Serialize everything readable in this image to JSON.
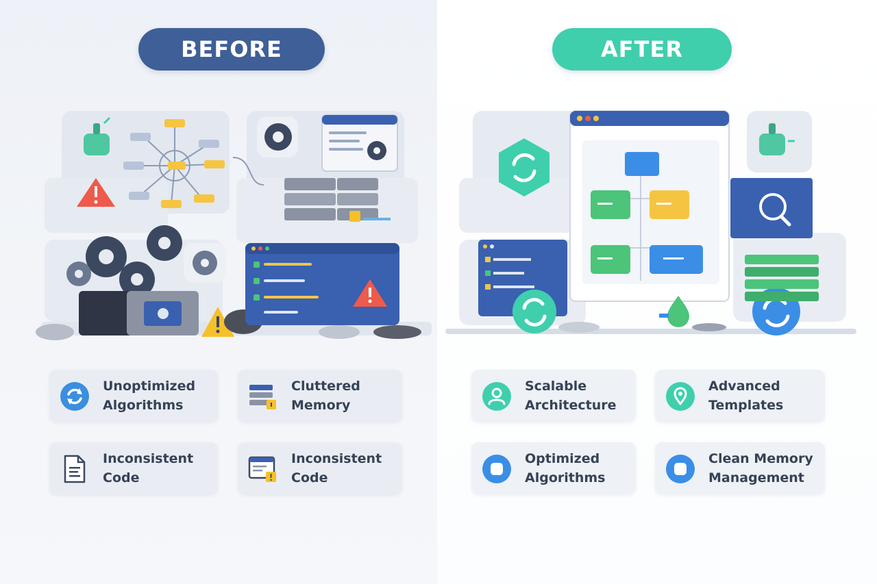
{
  "before": {
    "title": "BEFORE",
    "cards": [
      {
        "line1": "Unoptimized",
        "line2": "Algorithms",
        "icon": "refresh-icon"
      },
      {
        "line1": "Cluttered",
        "line2": "Memory",
        "icon": "server-lock-icon"
      },
      {
        "line1": "Inconsistent",
        "line2": "Code",
        "icon": "document-icon"
      },
      {
        "line1": "Inconsistent",
        "line2": "Code",
        "icon": "window-warning-icon"
      }
    ]
  },
  "after": {
    "title": "AFTER",
    "cards": [
      {
        "line1": "Scalable",
        "line2": "Architecture",
        "icon": "user-icon"
      },
      {
        "line1": "Advanced",
        "line2": "Templates",
        "icon": "location-pin-icon"
      },
      {
        "line1": "Optimized",
        "line2": "Algorithms",
        "icon": "rounded-square-icon"
      },
      {
        "line1": "Clean Memory",
        "line2": "Management",
        "icon": "rounded-square-icon"
      }
    ]
  },
  "colors": {
    "before_accent": "#3f5f98",
    "after_accent": "#3fcfad",
    "warning_red": "#ef5a4a",
    "warning_yellow": "#f5c02a",
    "gear_dark": "#3b4860",
    "window_blue": "#3a60b0",
    "green_block": "#4cc47a",
    "yellow_block": "#f5c542",
    "card_text": "#364256"
  }
}
